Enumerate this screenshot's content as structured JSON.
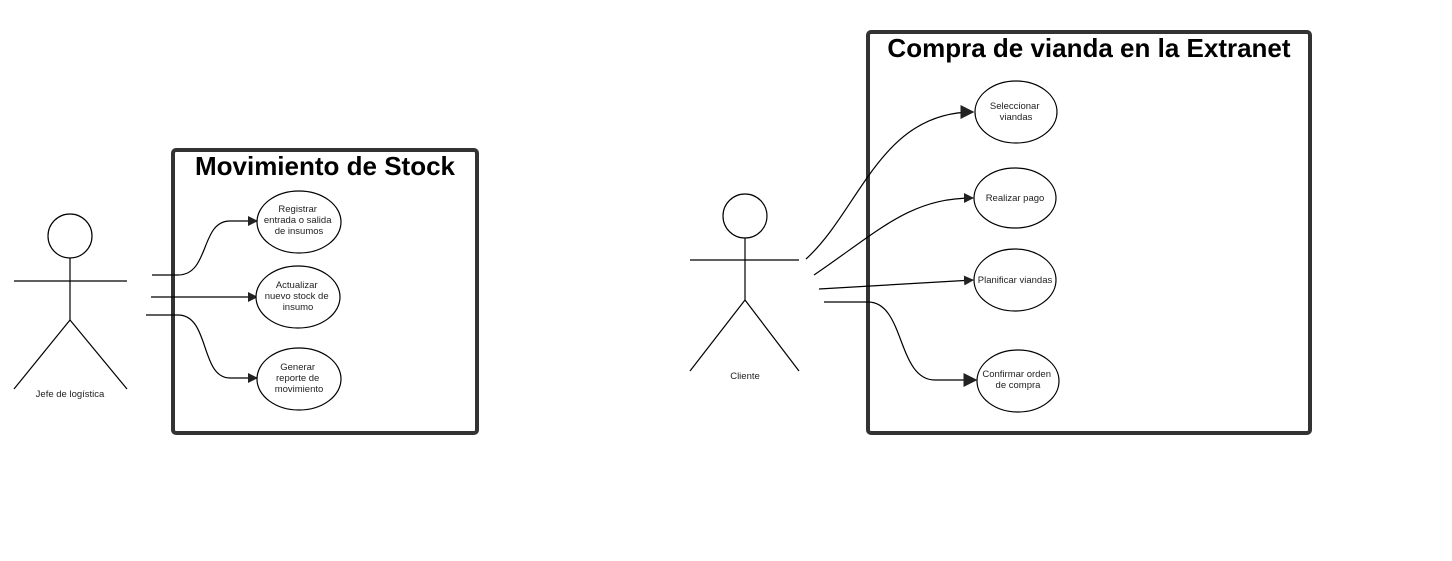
{
  "diagrams": [
    {
      "title": "Movimiento de Stock",
      "actor": "Jefe de logística",
      "use_cases": [
        [
          "Registrar",
          "entrada o salida",
          "de insumos"
        ],
        [
          "Actualizar",
          "nuevo stock de",
          "insumo"
        ],
        [
          "Generar",
          "reporte de",
          "movimiento"
        ]
      ]
    },
    {
      "title": "Compra de vianda en la Extranet",
      "actor": "Cliente",
      "use_cases": [
        [
          "Seleccionar",
          "viandas"
        ],
        [
          "Realizar pago"
        ],
        [
          "Planificar viandas"
        ],
        [
          "Confirmar orden",
          "de compra"
        ]
      ]
    }
  ]
}
